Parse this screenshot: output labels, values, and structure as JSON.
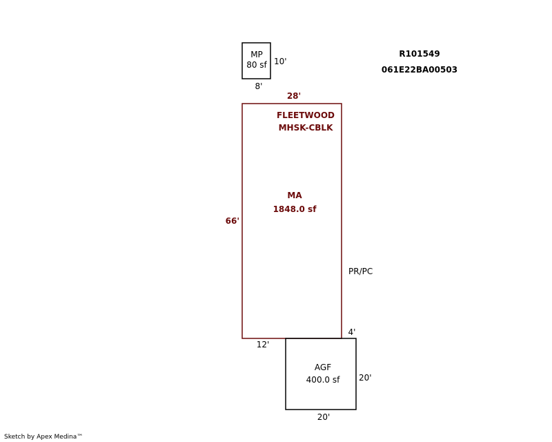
{
  "parcel": {
    "account": "R101549",
    "map_number": "061E22BA00503"
  },
  "colors": {
    "main_area": "#6b0a0a",
    "outline": "#000000"
  },
  "areas": {
    "mp": {
      "code": "MP",
      "area": "80 sf",
      "width": "8'",
      "depth": "10'"
    },
    "ma": {
      "code": "MA",
      "area": "1848.0 sf",
      "width": "28'",
      "depth": "66'",
      "make": "FLEETWOOD",
      "construction": "MHSK-CBLK"
    },
    "agf": {
      "code": "AGF",
      "area": "400.0 sf",
      "width": "20'",
      "depth": "20'"
    }
  },
  "offsets": {
    "left_run": "12'",
    "right_run": "4'",
    "side_label": "PR/PC"
  },
  "footer": "Sketch by Apex Medina™"
}
